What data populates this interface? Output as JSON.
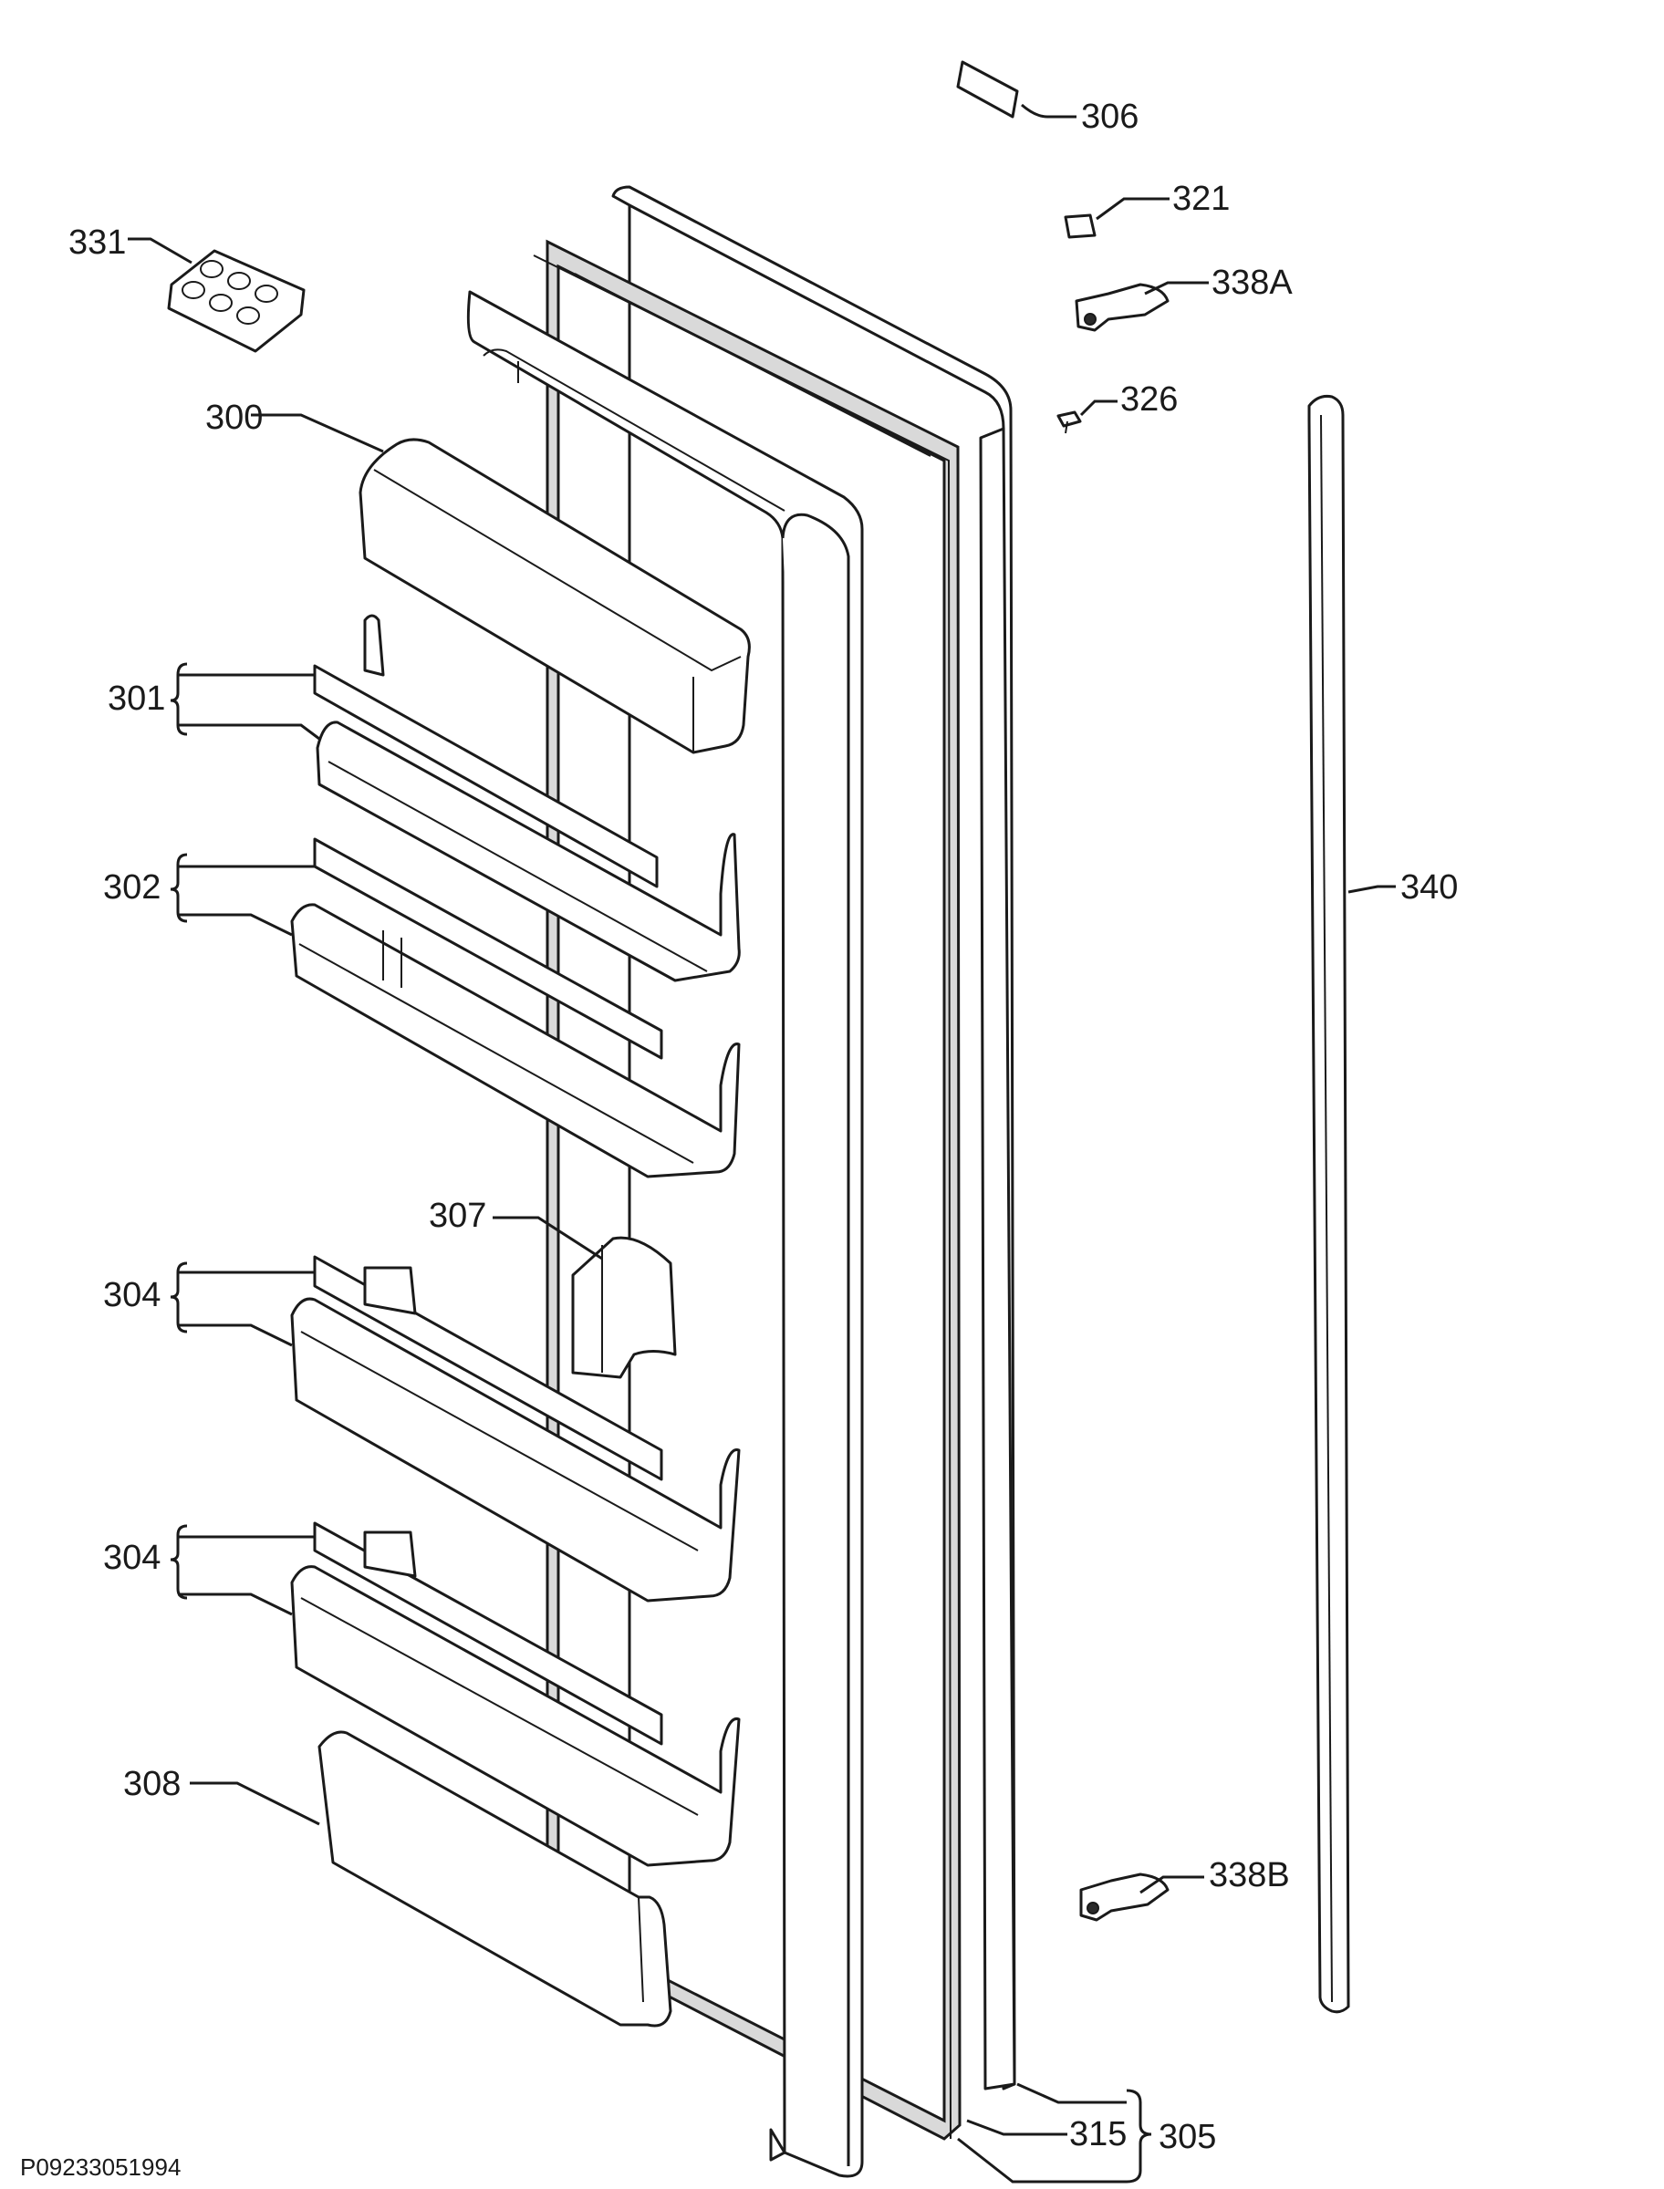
{
  "diagram": {
    "code": "P09233051994",
    "labels": {
      "l300": "300",
      "l301": "301",
      "l302": "302",
      "l304a": "304",
      "l304b": "304",
      "l305": "305",
      "l306": "306",
      "l307": "307",
      "l308": "308",
      "l315": "315",
      "l321": "321",
      "l326": "326",
      "l331": "331",
      "l338a": "338A",
      "l338b": "338B",
      "l340": "340"
    }
  }
}
